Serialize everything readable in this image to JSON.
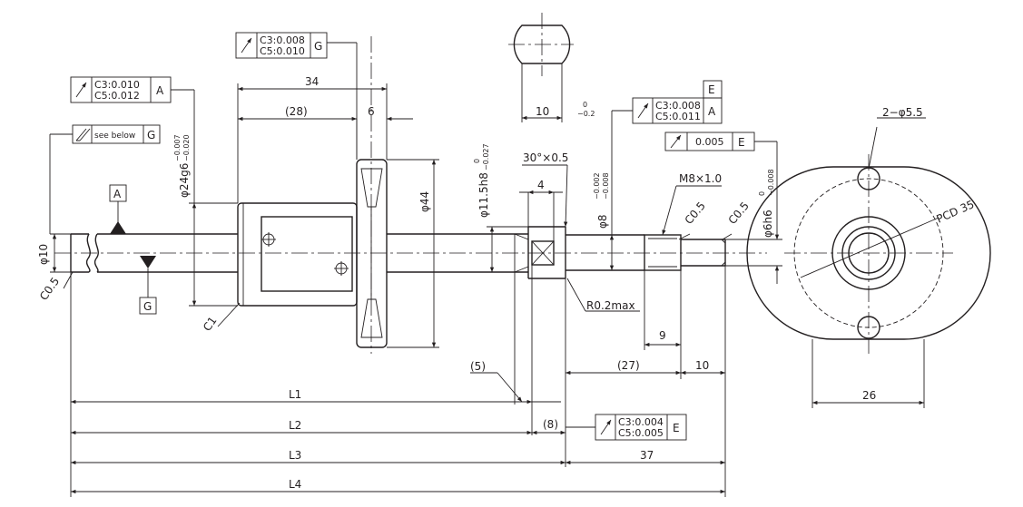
{
  "dims": {
    "d34": "34",
    "d28": "(28)",
    "d6": "6",
    "d10_top": "10",
    "tol_10_upper": "0",
    "tol_10_lower": "−0.2",
    "d9": "9",
    "d27": "(27)",
    "d10_right": "10",
    "d5": "(5)",
    "d8": "(8)",
    "d37": "37",
    "d26": "26",
    "d4": "4",
    "L1": "L1",
    "L2": "L2",
    "L3": "L3",
    "L4": "L4",
    "phi10": "φ10",
    "phi24": "φ24g6",
    "phi24_tol_upper": "−0.007",
    "phi24_tol_lower": "−0.020",
    "phi44": "φ44",
    "phi11": "φ11.5h8",
    "phi11_tol_upper": "0",
    "phi11_tol_lower": "−0.027",
    "phi8": "φ8",
    "phi8_tol_upper": "−0.002",
    "phi8_tol_lower": "−0.008",
    "phi6": "φ6h6",
    "phi6_tol_upper": "0",
    "phi6_tol_lower": "−0.008"
  },
  "notes": {
    "chamfer_30": "30°×0.5",
    "thread": "M8×1.0",
    "c05_a": "C0.5",
    "c05_b": "C0.5",
    "c05_left": "C0.5",
    "c1": "C1",
    "r02": "R0.2max",
    "holes": "2−φ5.5",
    "pcd": "PCD 35"
  },
  "tolerances": {
    "top": {
      "c3": "C3:0.008",
      "c5": "C5:0.010",
      "datum": "G"
    },
    "a": {
      "c3": "C3:0.010",
      "c5": "C5:0.012",
      "datum": "A"
    },
    "below": {
      "text": "see below",
      "datum": "G"
    },
    "e1": {
      "c3": "C3:0.008",
      "c5": "C5:0.011",
      "datum": "A",
      "datum_top": "E"
    },
    "e2": {
      "value": "0.005",
      "datum": "E"
    },
    "bottom": {
      "c3": "C3:0.004",
      "c5": "C5:0.005",
      "datum": "E"
    }
  },
  "datums": {
    "a": "A",
    "g": "G"
  }
}
